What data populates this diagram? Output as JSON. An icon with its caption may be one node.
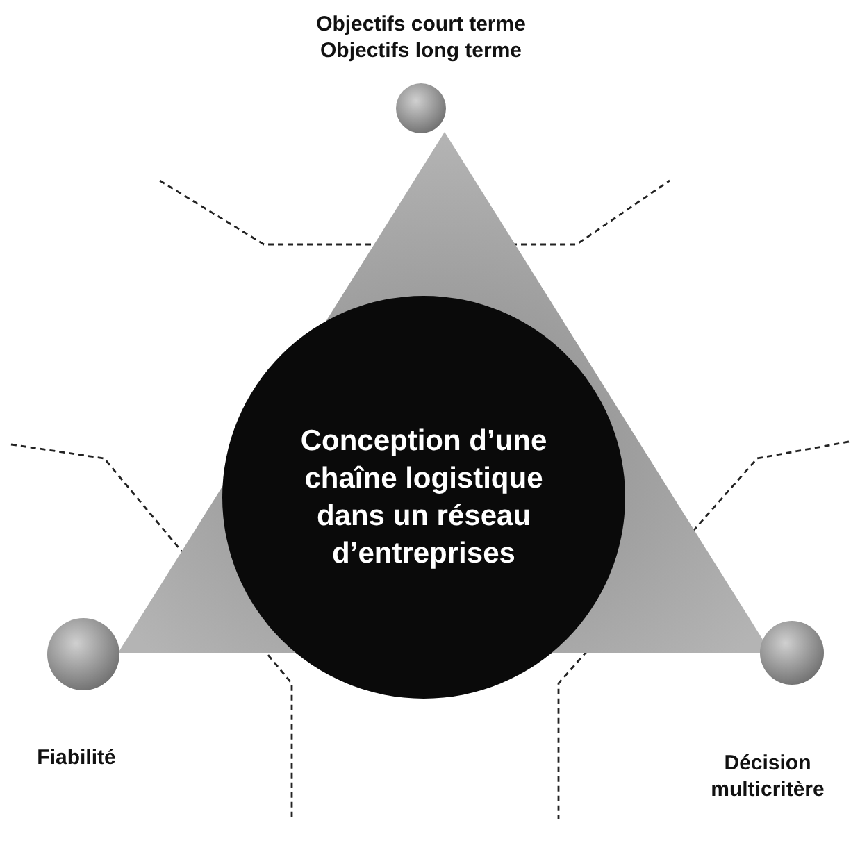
{
  "diagram": {
    "nodes": [
      {
        "text": [],
        "shape": "triangle"
      },
      {
        "text": [
          "Conception d’une chaîne logistique dans un réseau d’entreprises"
        ],
        "in": 0
      },
      {
        "text": [
          "Objectifs court terme",
          "Objectifs long terme"
        ]
      },
      {
        "text": [
          "Fiabilité"
        ]
      },
      {
        "text": [
          "Décision multicritère"
        ]
      }
    ]
  }
}
